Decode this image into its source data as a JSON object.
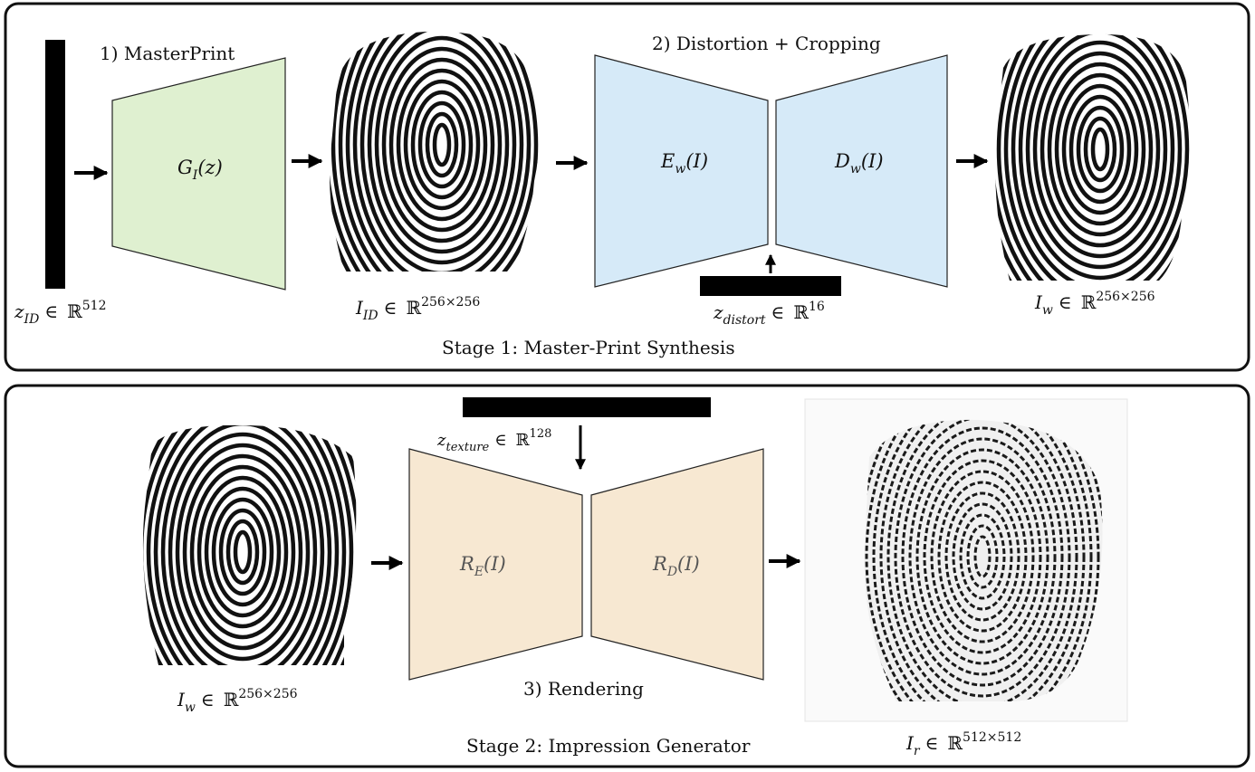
{
  "stage1": {
    "caption": "Stage 1: Master-Print Synthesis",
    "masterprint_title": "1) MasterPrint",
    "distortion_title": "2) Distortion + Cropping",
    "generator": {
      "name": "G",
      "sub": "I",
      "arg": "(z)",
      "color": "#dff0d0"
    },
    "encoder": {
      "name": "E",
      "sub": "w",
      "arg": "(I)",
      "color": "#d6eaf8"
    },
    "decoder": {
      "name": "D",
      "sub": "w",
      "arg": "(I)",
      "color": "#d6eaf8"
    },
    "z_id": {
      "sym": "z",
      "sub": "ID",
      "rel": "∈",
      "set": "ℝ",
      "sup": "512"
    },
    "i_id": {
      "sym": "I",
      "sub": "ID",
      "rel": "∈",
      "set": "ℝ",
      "sup": "256×256"
    },
    "z_distort": {
      "sym": "z",
      "sub": "distort",
      "rel": "∈",
      "set": "ℝ",
      "sup": "16"
    },
    "i_w": {
      "sym": "I",
      "sub": "w",
      "rel": "∈",
      "set": "ℝ",
      "sup": "256×256"
    }
  },
  "stage2": {
    "caption": "Stage 2: Impression Generator",
    "rendering_title": "3) Rendering",
    "render_encoder": {
      "name": "R",
      "sub": "E",
      "arg": "(I)",
      "color": "#f7e8d2"
    },
    "render_decoder": {
      "name": "R",
      "sub": "D",
      "arg": "(I)",
      "color": "#f7e8d2"
    },
    "z_texture": {
      "sym": "z",
      "sub": "texture",
      "rel": "∈",
      "set": "ℝ",
      "sup": "128"
    },
    "i_w": {
      "sym": "I",
      "sub": "w",
      "rel": "∈",
      "set": "ℝ",
      "sup": "256×256"
    },
    "i_r": {
      "sym": "I",
      "sub": "r",
      "rel": "∈",
      "set": "ℝ",
      "sup": "512×512"
    }
  },
  "icons": [
    "fingerprint-icon",
    "arrow-icon"
  ]
}
